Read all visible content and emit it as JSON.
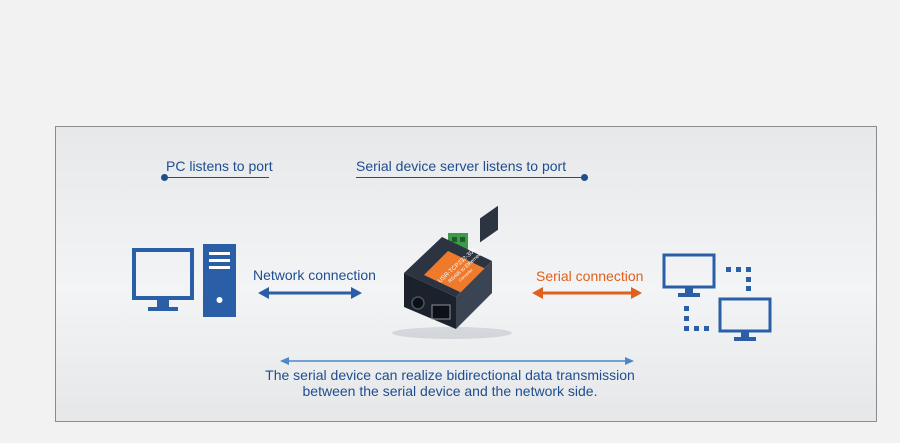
{
  "labels": {
    "pc_listens": "PC listens to port",
    "server_listens": "Serial device server listens to port",
    "network_connection": "Network connection",
    "serial_connection": "Serial connection"
  },
  "description": {
    "line1": "The serial device can realize bidirectional data transmission",
    "line2": "between the serial device and the network side."
  },
  "device": {
    "label_main": "USR-TCP232-304",
    "label_sub": "RS485 to Ethernet",
    "label_small": "Converter"
  },
  "colors": {
    "primary_blue": "#1f4d8f",
    "icon_blue": "#2a5fa8",
    "accent_orange": "#e0601e",
    "arrow_blue": "#4a88c8"
  },
  "icons": {
    "pc": "desktop-computer-icon",
    "device": "serial-device-server-icon",
    "serial_devices": "monitor-cluster-icon"
  }
}
